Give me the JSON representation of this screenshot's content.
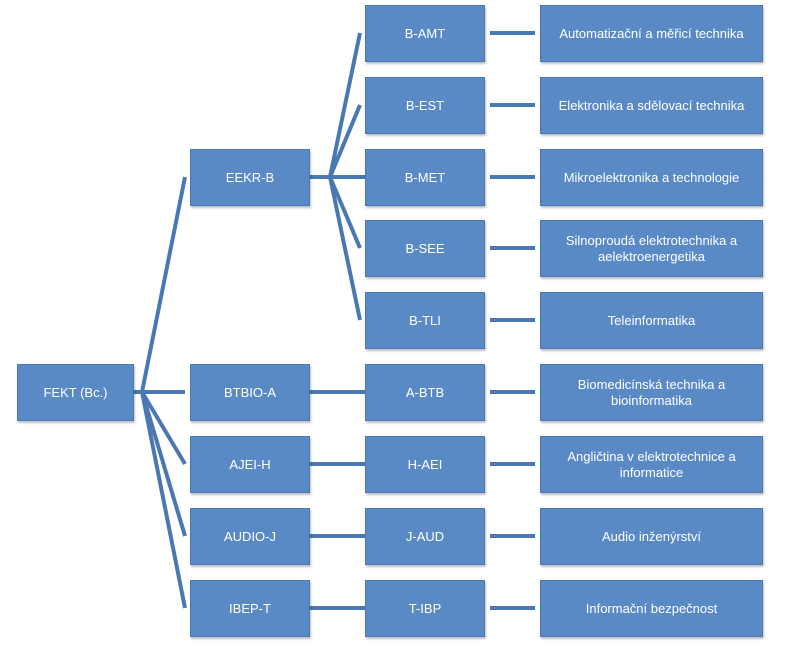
{
  "root": {
    "label": "FEKT (Bc.)"
  },
  "level1": [
    {
      "label": "EEKR-B"
    },
    {
      "label": "BTBIO-A"
    },
    {
      "label": "AJEI-H"
    },
    {
      "label": "AUDIO-J"
    },
    {
      "label": "IBEP-T"
    }
  ],
  "level2": [
    {
      "label": "B-AMT",
      "parent": 0
    },
    {
      "label": "B-EST",
      "parent": 0
    },
    {
      "label": "B-MET",
      "parent": 0
    },
    {
      "label": "B-SEE",
      "parent": 0
    },
    {
      "label": "B-TLI",
      "parent": 0
    },
    {
      "label": "A-BTB",
      "parent": 1
    },
    {
      "label": "H-AEI",
      "parent": 2
    },
    {
      "label": "J-AUD",
      "parent": 3
    },
    {
      "label": "T-IBP",
      "parent": 4
    }
  ],
  "level3": [
    {
      "label": "Automatizační a měřicí technika"
    },
    {
      "label": "Elektronika a sdělovací technika"
    },
    {
      "label": "Mikroelektronika a technologie"
    },
    {
      "label": "Silnoproudá elektrotechnika a aelektroenergetika"
    },
    {
      "label": "Teleinformatika"
    },
    {
      "label": "Biomedicínská technika a bioinformatika"
    },
    {
      "label": "Angličtina v elektrotechnice a informatice"
    },
    {
      "label": "Audio inženýrství"
    },
    {
      "label": "Informační bezpečnost"
    }
  ],
  "colors": {
    "node_fill": "#5a8ac6",
    "connector": "#4a78b2",
    "text": "#ffffff"
  }
}
